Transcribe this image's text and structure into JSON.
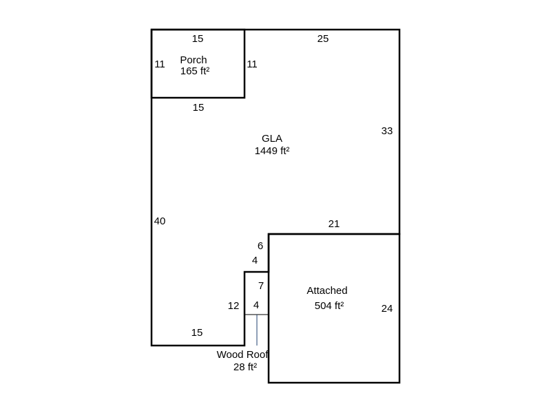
{
  "areas": {
    "porch": {
      "name": "Porch",
      "area": "165 ft²"
    },
    "gla": {
      "name": "GLA",
      "area": "1449 ft²"
    },
    "attached": {
      "name": "Attached",
      "area": "504 ft²"
    },
    "wood_roof": {
      "name": "Wood Roof",
      "area": "28 ft²"
    }
  },
  "dimensions": {
    "porch_top": "15",
    "porch_left": "11",
    "porch_right": "11",
    "porch_bottom": "15",
    "gla_top": "25",
    "gla_right": "33",
    "gla_left": "40",
    "gla_bottom": "15",
    "attached_top": "21",
    "attached_right": "24",
    "notch_6": "6",
    "notch_4_top": "4",
    "wood_7": "7",
    "wood_4": "4",
    "notch_12": "12"
  },
  "colors": {
    "leader": "#1f3f6f"
  }
}
